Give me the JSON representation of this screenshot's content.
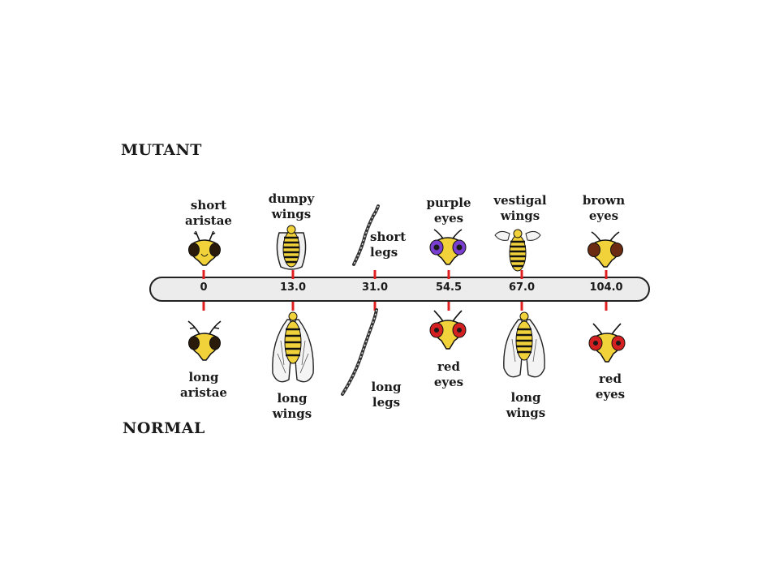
{
  "headings": {
    "mutant": "MUTANT",
    "normal": "NORMAL"
  },
  "loci": [
    {
      "position": "0",
      "mutant": "short\naristae",
      "normal": "long\naristae"
    },
    {
      "position": "13.0",
      "mutant": "dumpy\nwings",
      "normal": "long\nwings"
    },
    {
      "position": "31.0",
      "mutant": "short\nlegs",
      "normal": "long\nlegs"
    },
    {
      "position": "54.5",
      "mutant": "purple\neyes",
      "normal": "red\neyes"
    },
    {
      "position": "67.0",
      "mutant": "vestigal\nwings",
      "normal": "long\nwings"
    },
    {
      "position": "104.0",
      "mutant": "brown\neyes",
      "normal": "red\neyes"
    }
  ],
  "colors": {
    "body_yellow": "#f2d23a",
    "purple_eye": "#7a3fd0",
    "red_eye": "#d42020",
    "brown_eye": "#6b2a12",
    "tick_red": "#e02020"
  },
  "icons": [
    "fly-head-icon",
    "fly-wing-icon",
    "fly-leg-icon",
    "fly-body-icon"
  ]
}
